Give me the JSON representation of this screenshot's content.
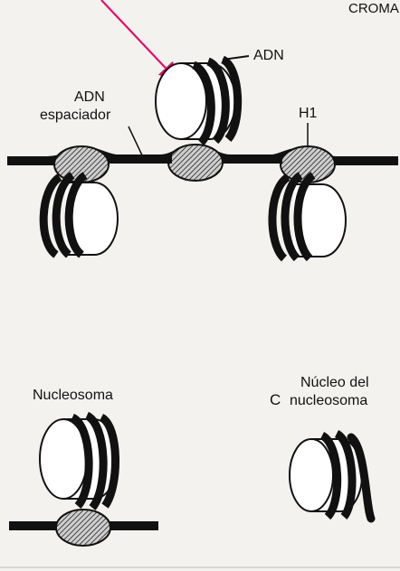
{
  "labels": {
    "header_fragment": "CROMA",
    "adn": "ADN",
    "adn_espaciador_line1": "ADN",
    "adn_espaciador_line2": "espaciador",
    "h1": "H1",
    "nucleosoma": "Nucleosoma",
    "panel_c": "C",
    "nucleo_line1": "Núcleo del",
    "nucleo_line2": "nucleosoma"
  },
  "colors": {
    "background": "#f3f2ef",
    "ink": "#111111",
    "arrow": "#e0106a"
  }
}
